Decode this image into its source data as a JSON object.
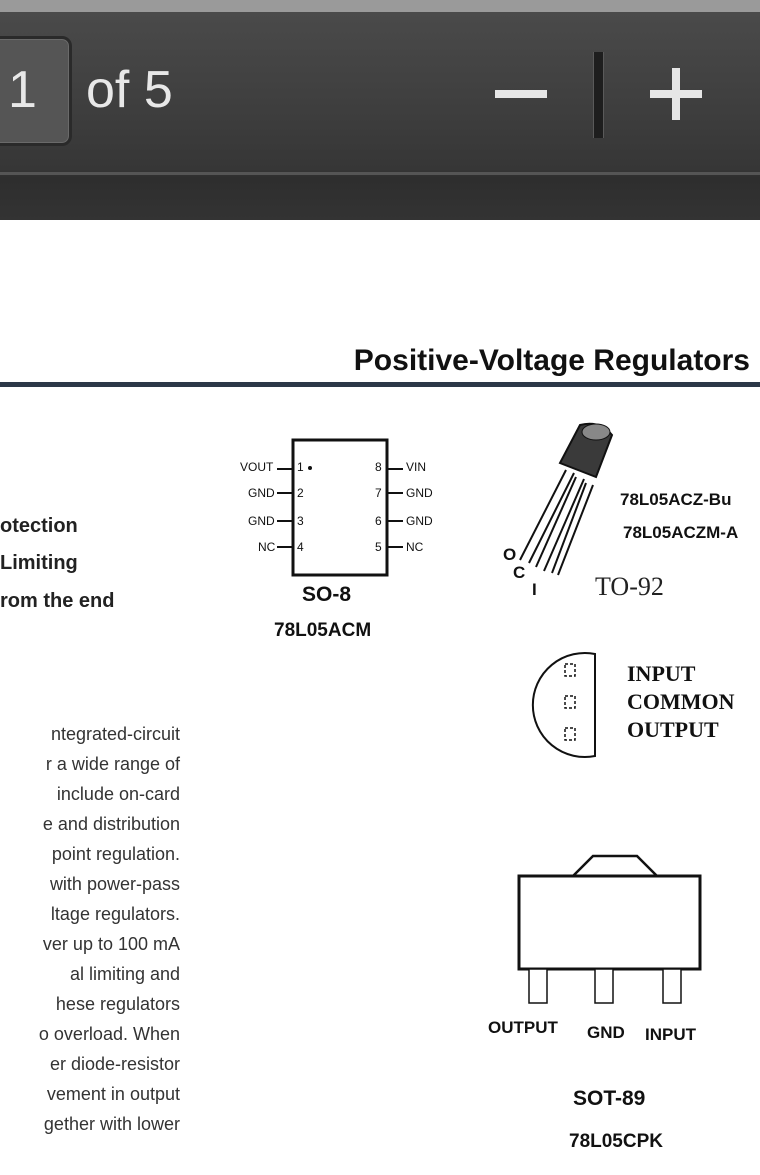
{
  "toolbar": {
    "page_current": "1",
    "page_of": "of 5",
    "zoom_out": "zoom-out",
    "zoom_in": "zoom-in"
  },
  "document": {
    "title": "Positive-Voltage Regulators",
    "features": [
      "otection",
      "Limiting",
      "rom the end"
    ],
    "description": [
      "ntegrated-circuit",
      "r a wide range of",
      "include on-card",
      "e and distribution",
      "point regulation.",
      "with power-pass",
      "ltage regulators.",
      "ver up to 100 mA",
      "al limiting and",
      "hese regulators",
      "o overload. When",
      "er diode-resistor",
      "vement in output",
      "gether with lower"
    ]
  },
  "so8": {
    "pins_left": [
      {
        "name": "VOUT",
        "num": "1"
      },
      {
        "name": "GND",
        "num": "2"
      },
      {
        "name": "GND",
        "num": "3"
      },
      {
        "name": "NC",
        "num": "4"
      }
    ],
    "pins_right": [
      {
        "name": "VIN",
        "num": "8"
      },
      {
        "name": "GND",
        "num": "7"
      },
      {
        "name": "GND",
        "num": "6"
      },
      {
        "name": "NC",
        "num": "5"
      }
    ],
    "package": "SO-8",
    "part": "78L05ACM"
  },
  "to92": {
    "part1": "78L05ACZ-Bu",
    "part2": "78L05ACZM-A",
    "package": "TO-92",
    "leads": [
      "O",
      "C",
      "I"
    ],
    "pin_labels": [
      "INPUT",
      "COMMON",
      "OUTPUT"
    ]
  },
  "sot89": {
    "pins": [
      "OUTPUT",
      "GND",
      "INPUT"
    ],
    "package": "SOT-89",
    "part": "78L05CPK"
  }
}
